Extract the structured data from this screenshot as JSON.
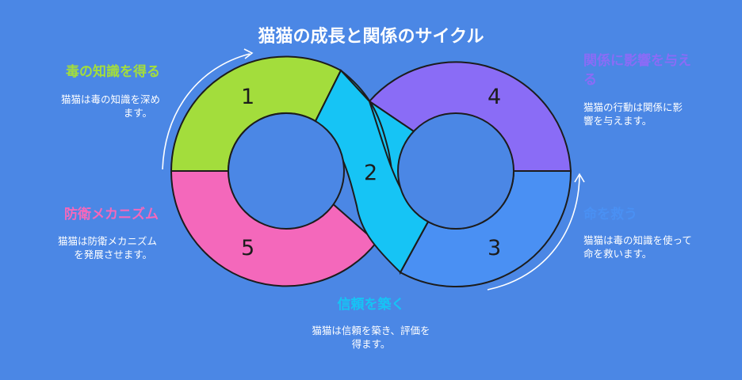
{
  "title": "猫猫の成長と関係のサイクル",
  "segments": [
    {
      "number": "1",
      "color": "#a3dd3c"
    },
    {
      "number": "2",
      "color": "#16c4f5"
    },
    {
      "number": "3",
      "color": "#4a90f3"
    },
    {
      "number": "4",
      "color": "#8a6cf6"
    },
    {
      "number": "5",
      "color": "#f468bb"
    }
  ],
  "items": [
    {
      "heading": "毒の知識を得る",
      "desc1": "猫猫は毒の知識を深め",
      "desc2": "ます。",
      "color": "#a3dd3c"
    },
    {
      "heading": "信頼を築く",
      "desc1": "猫猫は信頼を築き、評価を",
      "desc2": "得ます。",
      "color": "#16c4f5"
    },
    {
      "heading": "命を救う",
      "desc1": "猫猫は毒の知識を使って",
      "desc2": "命を救います。",
      "color": "#4a90f3"
    },
    {
      "heading1": "関係に影響を与え",
      "heading2": "る",
      "desc1": "猫猫の行動は関係に影",
      "desc2": "響を与えます。",
      "color": "#8a6cf6"
    },
    {
      "heading": "防衛メカニズム",
      "desc1": "猫猫は防衛メカニズム",
      "desc2": "を発展させます。",
      "color": "#f468bb"
    }
  ]
}
